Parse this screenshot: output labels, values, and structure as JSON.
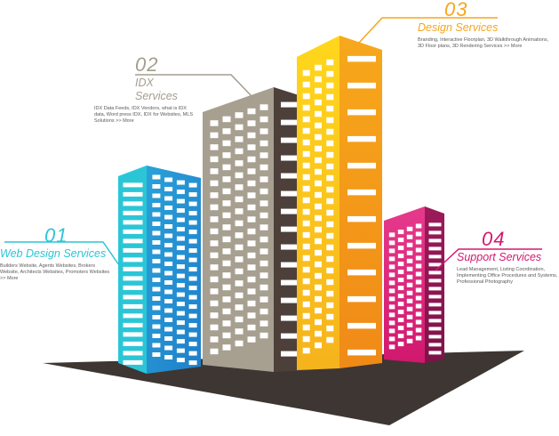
{
  "colors": {
    "teal": "#2ec4d6",
    "taupe": "#a49d8f",
    "orange": "#f7a51c",
    "magenta": "#d5176f",
    "dark_brown": "#4a3f3a",
    "ground": "#3e3632"
  },
  "services": [
    {
      "number": "01",
      "title": "Web Design Services",
      "description": "Builders Website, Agents Websites, Brokers Website, Architects Websites, Promoters Websites >> More",
      "color": "#2ec4d6"
    },
    {
      "number": "02",
      "title": "IDX Services",
      "description": "IDX Data Feeds, IDX Vendors, what is IDX data, Word press IDX, IDX for Websites, MLS Solutions >> More",
      "color": "#a49d8f"
    },
    {
      "number": "03",
      "title": "Design Services",
      "description": "Branding, Interactive Floorplan, 3D Walkthrough Animations, 3D Floor plans, 3D Rendering Services >> More",
      "color": "#f7a51c"
    },
    {
      "number": "04",
      "title": "Support Services",
      "description": "Lead Management, Listing Coordination, Implementing Office Procedures and Systems, Professional Photography",
      "color": "#d5176f"
    }
  ]
}
